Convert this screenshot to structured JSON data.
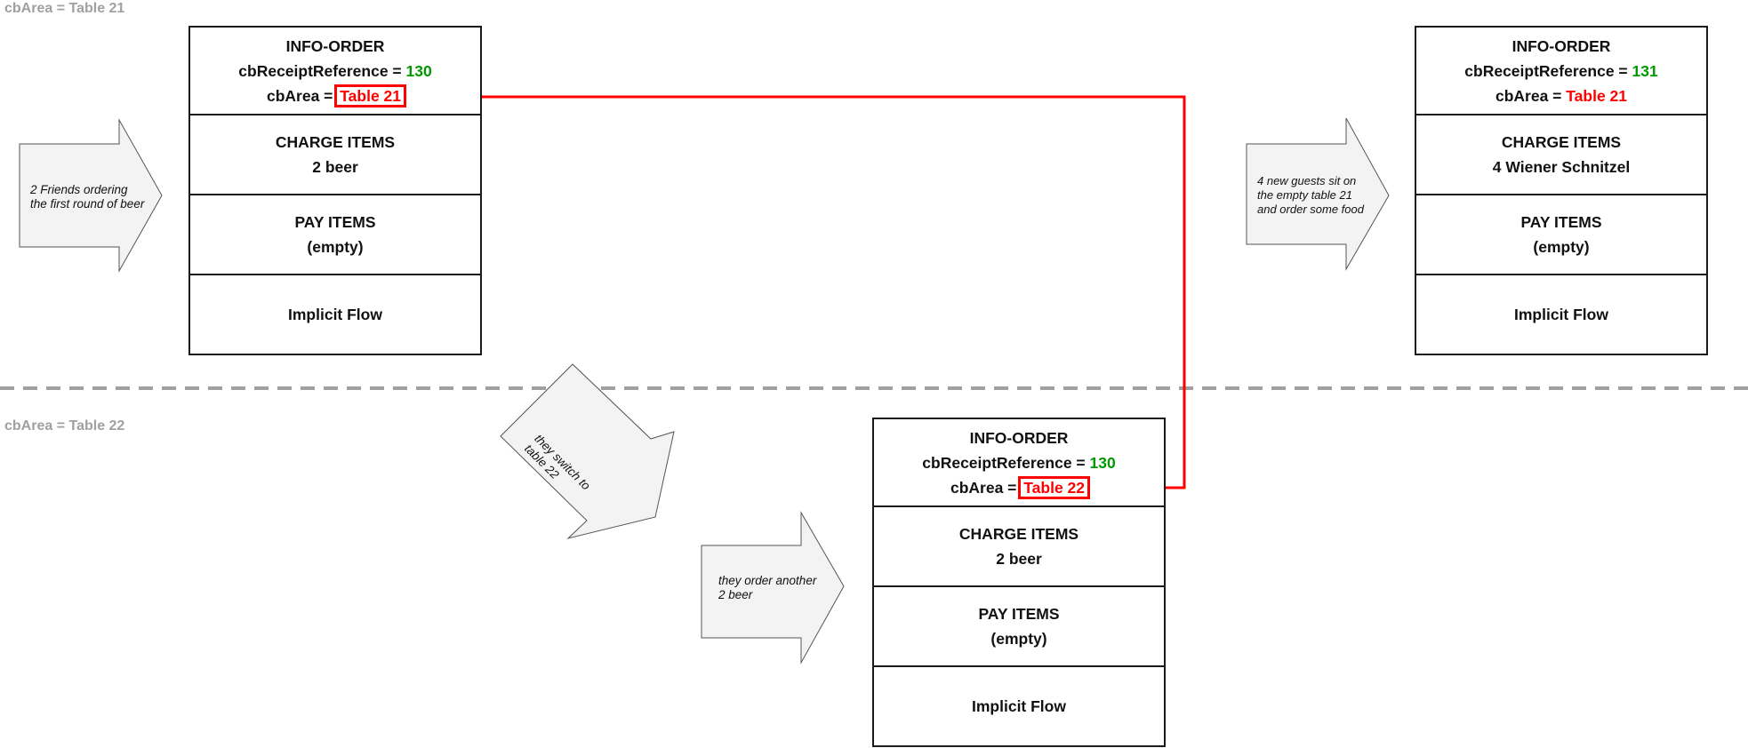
{
  "zones": [
    {
      "label": "cbArea = Table 21"
    },
    {
      "label": "cbArea = Table 22"
    }
  ],
  "cards": [
    {
      "title": "INFO-ORDER",
      "receipt_label": "cbReceiptReference =",
      "receipt_value": "130",
      "area_label": "cbArea =",
      "area_value": "Table 21",
      "charge_title": "CHARGE ITEMS",
      "charge_value": "2 beer",
      "pay_title": "PAY ITEMS",
      "pay_value": "(empty)",
      "flow": "Implicit Flow"
    },
    {
      "title": "INFO-ORDER",
      "receipt_label": "cbReceiptReference =",
      "receipt_value": "131",
      "area_label": "cbArea =",
      "area_value": "Table 21",
      "charge_title": "CHARGE ITEMS",
      "charge_value": "4 Wiener Schnitzel",
      "pay_title": "PAY ITEMS",
      "pay_value": "(empty)",
      "flow": "Implicit Flow"
    },
    {
      "title": "INFO-ORDER",
      "receipt_label": "cbReceiptReference =",
      "receipt_value": "130",
      "area_label": "cbArea =",
      "area_value": "Table 22",
      "charge_title": "CHARGE ITEMS",
      "charge_value": "2 beer",
      "pay_title": "PAY ITEMS",
      "pay_value": "(empty)",
      "flow": "Implicit Flow"
    }
  ],
  "arrows": [
    {
      "line1": "2 Friends ordering",
      "line2": "the first round of beer"
    },
    {
      "line1": "4 new guests sit on",
      "line2": "the empty table 21",
      "line3": "and order some food"
    },
    {
      "line1": "they switch to",
      "line2": "table 22"
    },
    {
      "line1": "they order another",
      "line2": "2 beer"
    }
  ],
  "colors": {
    "connector": "#ff0000",
    "receipt_value": "#009900",
    "area_value": "#ff0000",
    "separator": "#a0a0a0",
    "arrow_fill": "#f3f3f3"
  }
}
